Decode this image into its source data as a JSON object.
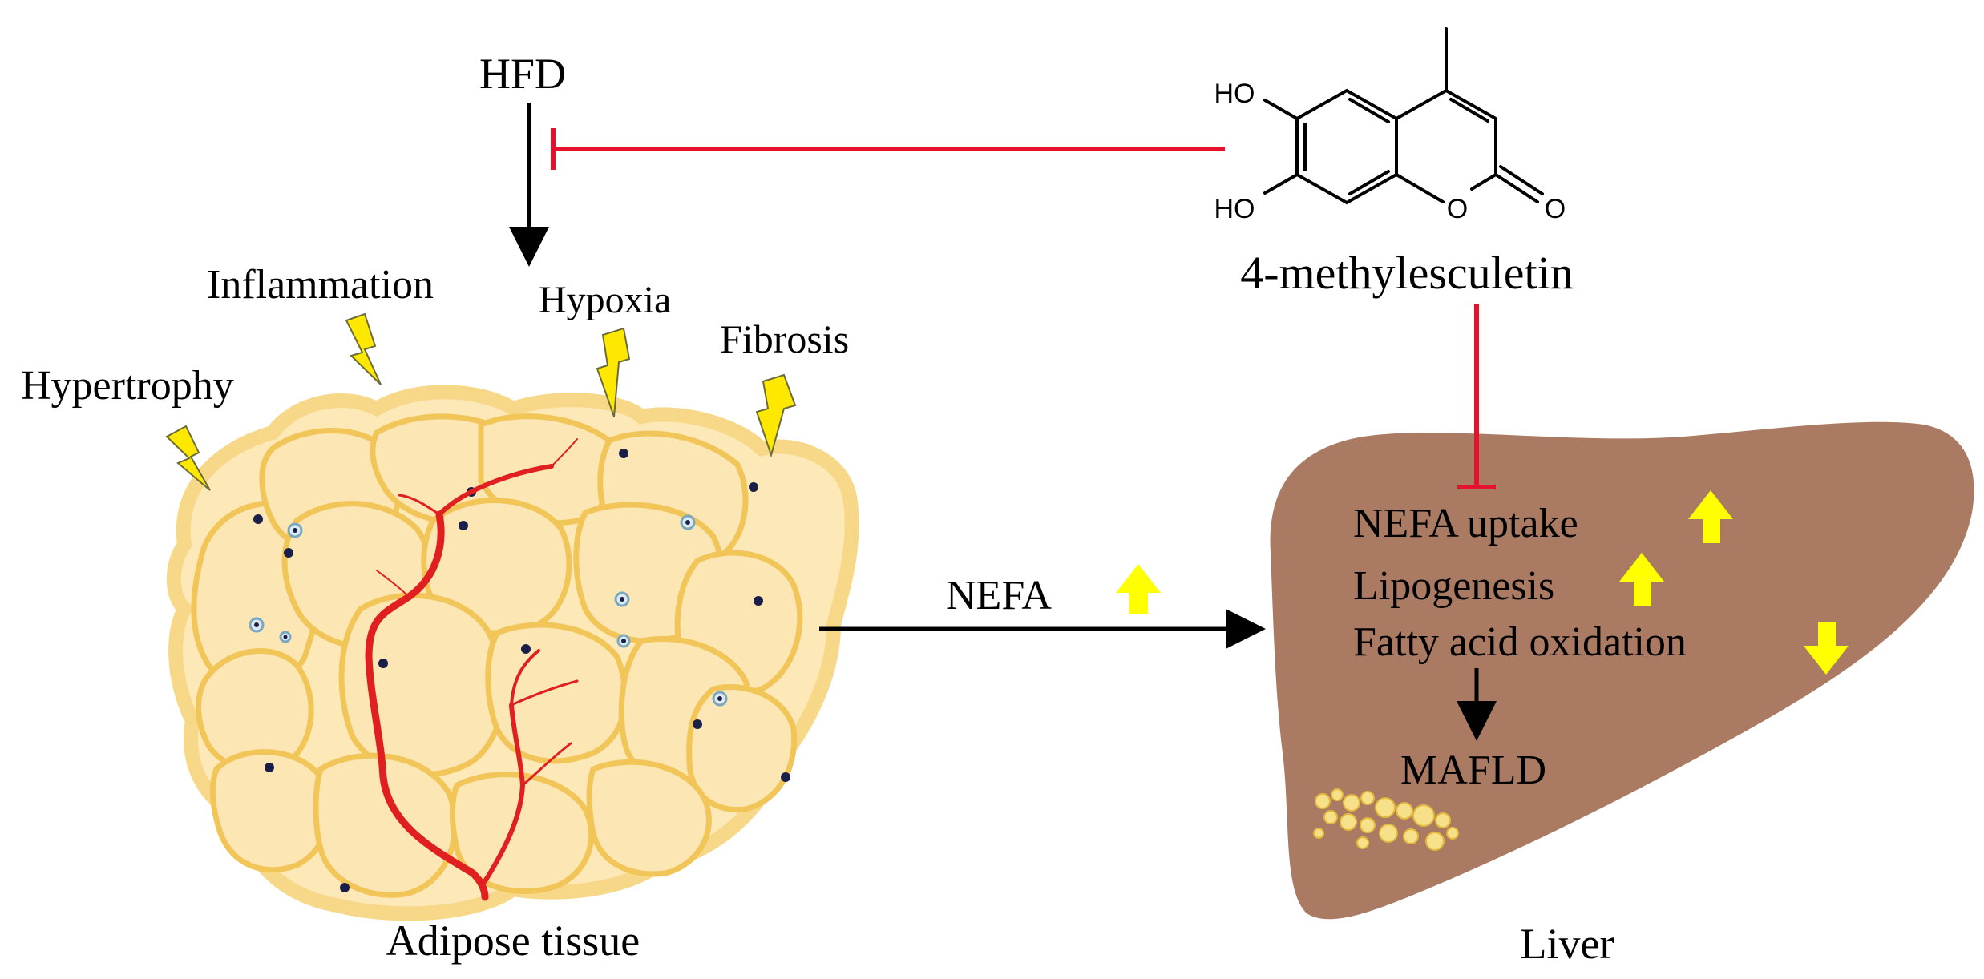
{
  "diagram": {
    "stimulus": "HFD",
    "compound": {
      "name": "4-methylesculetin",
      "atoms": {
        "hydroxyl_top": "HO",
        "hydroxyl_bottom": "HO",
        "ring_oxygen": "O",
        "carbonyl_oxygen": "O"
      }
    },
    "adipose": {
      "stressors": [
        "Inflammation",
        "Hypoxia",
        "Fibrosis",
        "Hypertrophy"
      ],
      "label": "Adipose tissue"
    },
    "flux_label": "NEFA",
    "liver": {
      "label": "Liver",
      "outcome": "MAFLD",
      "effects": [
        {
          "text": "NEFA uptake",
          "direction": "up"
        },
        {
          "text": "Lipogenesis",
          "direction": "up"
        },
        {
          "text": "Fatty acid oxidation",
          "direction": "down"
        }
      ]
    },
    "colors": {
      "inhibition": "#e8112d",
      "activation": "#000000",
      "up_down_arrow": "#ffff00",
      "liver": "#aa7a62",
      "adipocyte_fill": "#fbe6b4",
      "adipocyte_border": "#f2c558",
      "vessel": "#e02020",
      "lightning": "#ffe800"
    }
  }
}
